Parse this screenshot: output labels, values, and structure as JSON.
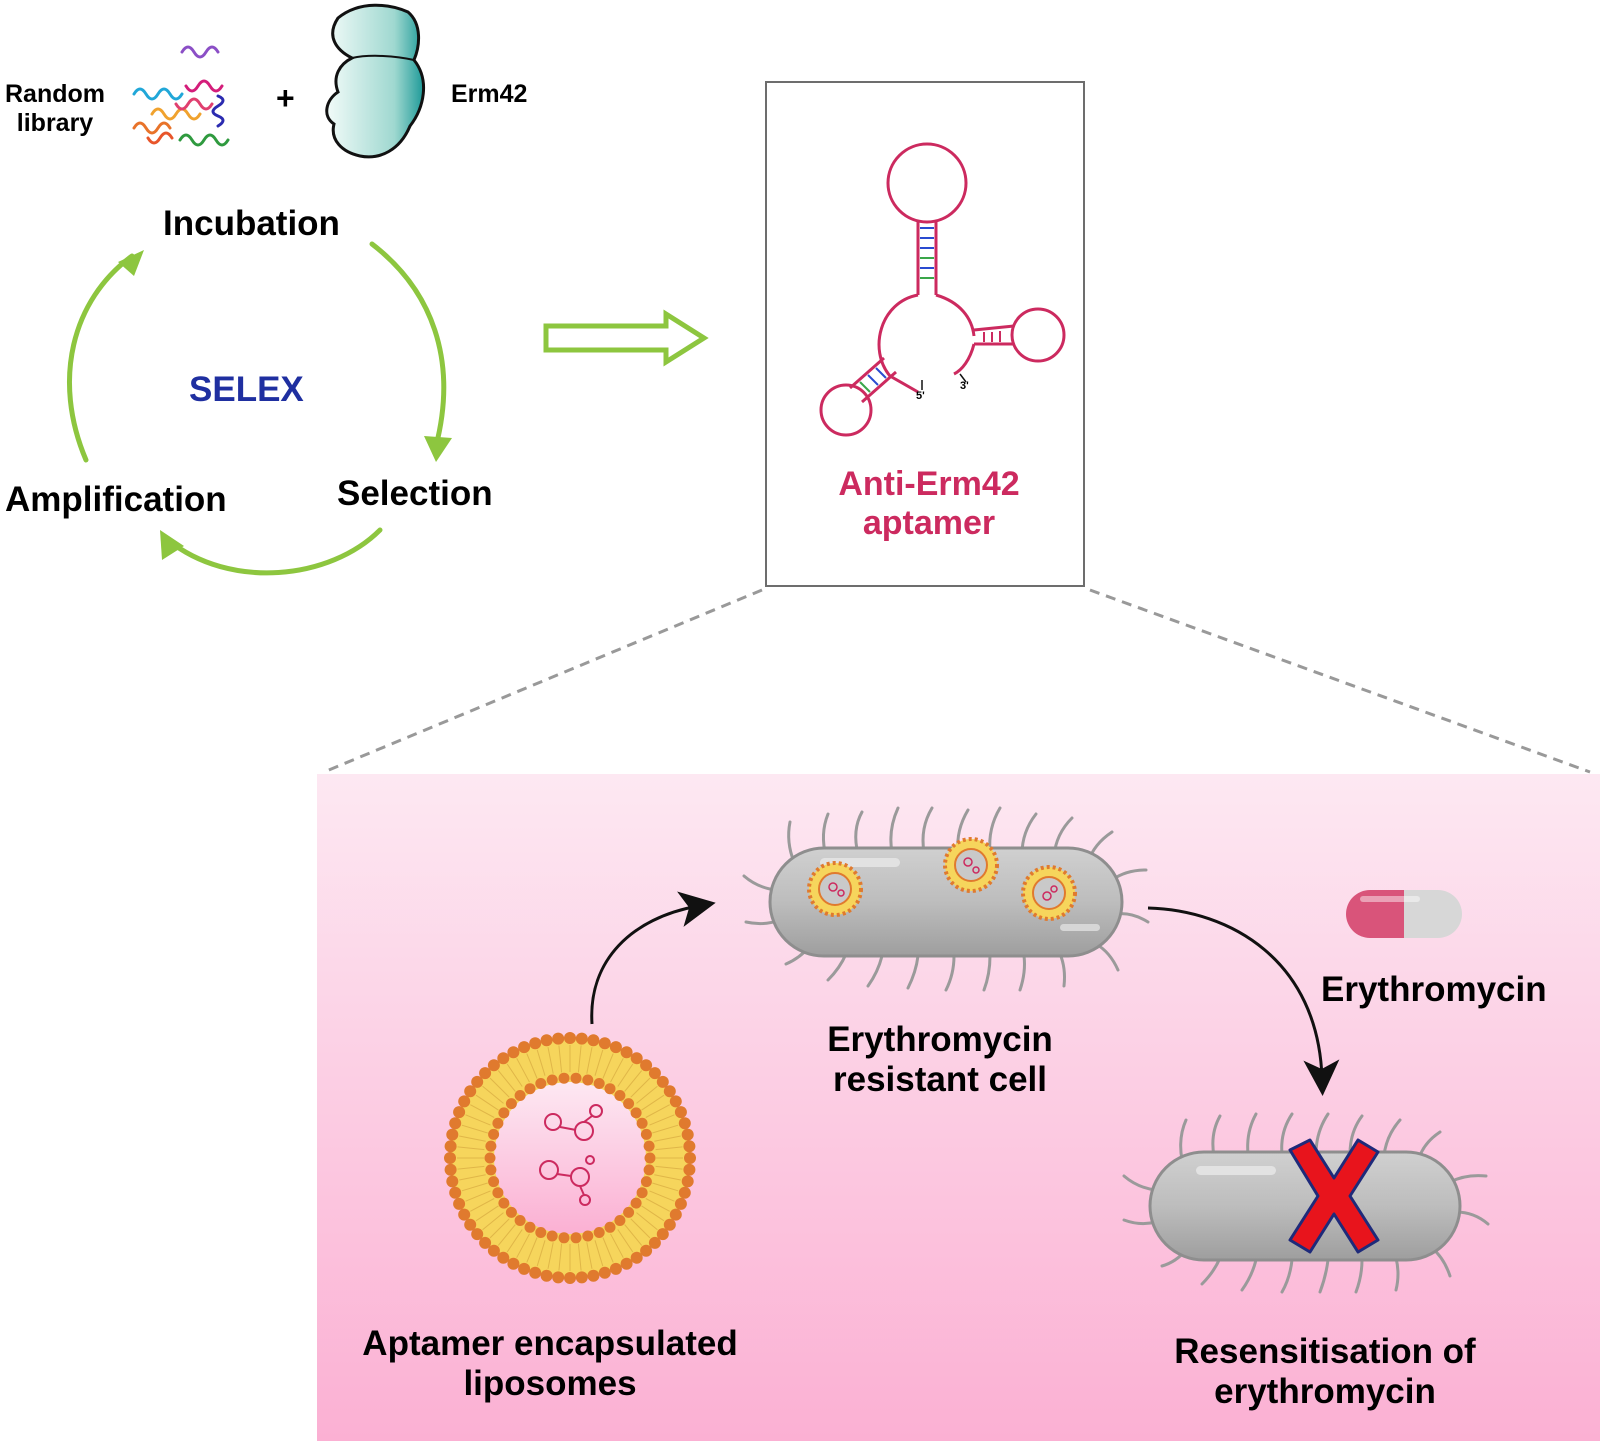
{
  "top": {
    "random_library_line1": "Random",
    "random_library_line2": "library",
    "plus": "+",
    "protein": "Erm42"
  },
  "selex": {
    "center": "SELEX",
    "step_incubation": "Incubation",
    "step_selection": "Selection",
    "step_amplification": "Amplification"
  },
  "aptamer_box": {
    "end_5": "5'",
    "end_3": "3'",
    "title_line1": "Anti-Erm42",
    "title_line2": "aptamer"
  },
  "panel": {
    "liposomes_line1": "Aptamer encapsulated",
    "liposomes_line2": "liposomes",
    "resistant_line1": "Erythromycin",
    "resistant_line2": "resistant cell",
    "drug": "Erythromycin",
    "resensitisation_line1": "Resensitisation of",
    "resensitisation_line2": "erythromycin"
  },
  "colors": {
    "arrow_green": "#8dc63f",
    "selex_blue": "#1f2fa0",
    "aptamer_pink": "#cc2a5f",
    "cell_grey": "#b8b8b8",
    "lipid_orange": "#e07a2e",
    "lipid_yellow": "#f6d55c",
    "cross_red": "#e8141c",
    "panel_top": "#fde6f1",
    "panel_bottom": "#fbb3d4"
  }
}
